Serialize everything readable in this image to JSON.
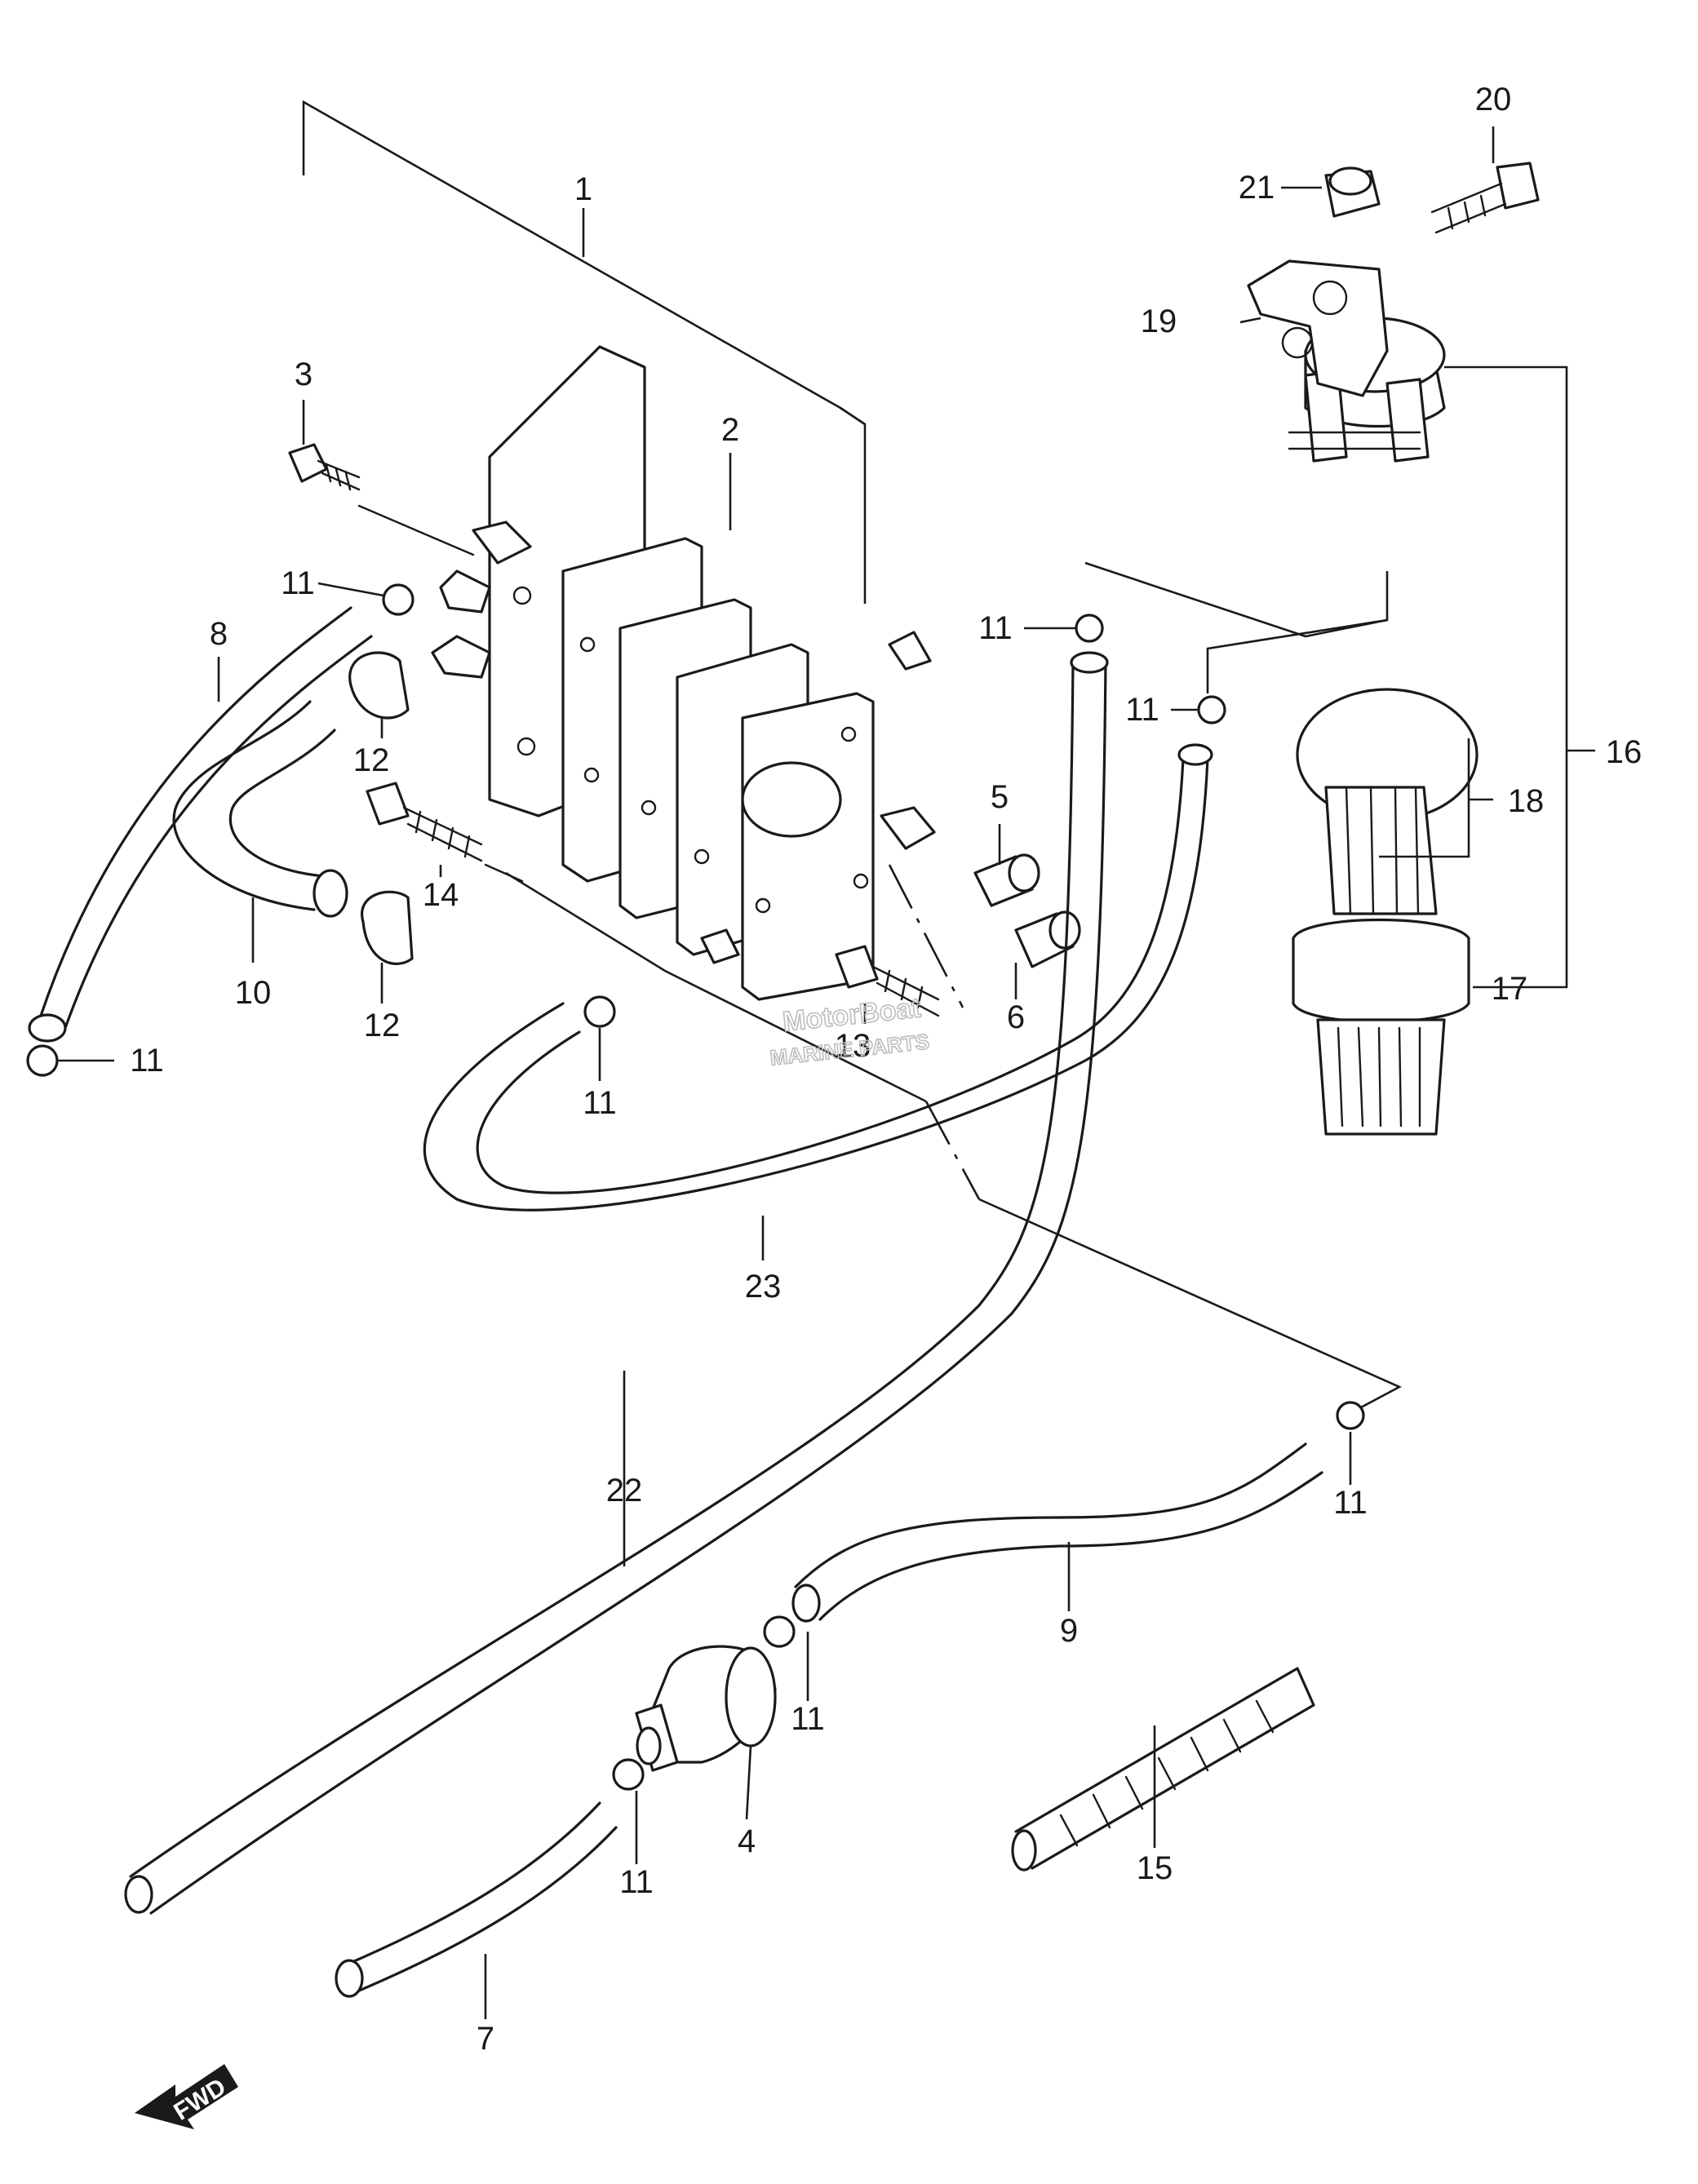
{
  "labels": {
    "p1": "1",
    "p2": "2",
    "p3": "3",
    "p4": "4",
    "p5": "5",
    "p6": "6",
    "p7": "7",
    "p8": "8",
    "p9": "9",
    "p10": "10",
    "p11": "11",
    "p12": "12",
    "p13": "13",
    "p14": "14",
    "p15": "15",
    "p16": "16",
    "p17": "17",
    "p18": "18",
    "p19": "19",
    "p20": "20",
    "p21": "21",
    "p22": "22",
    "p23": "23"
  },
  "fwd_label": "FWD",
  "watermark": {
    "brand": "MotorBoat",
    "tagline": "MARINE PARTS"
  },
  "colors": {
    "ink": "#1a1a1a",
    "background": "#ffffff",
    "watermark": "#bdbdbd"
  },
  "icons": {
    "forward_arrow": "fwd-arrow-icon"
  }
}
